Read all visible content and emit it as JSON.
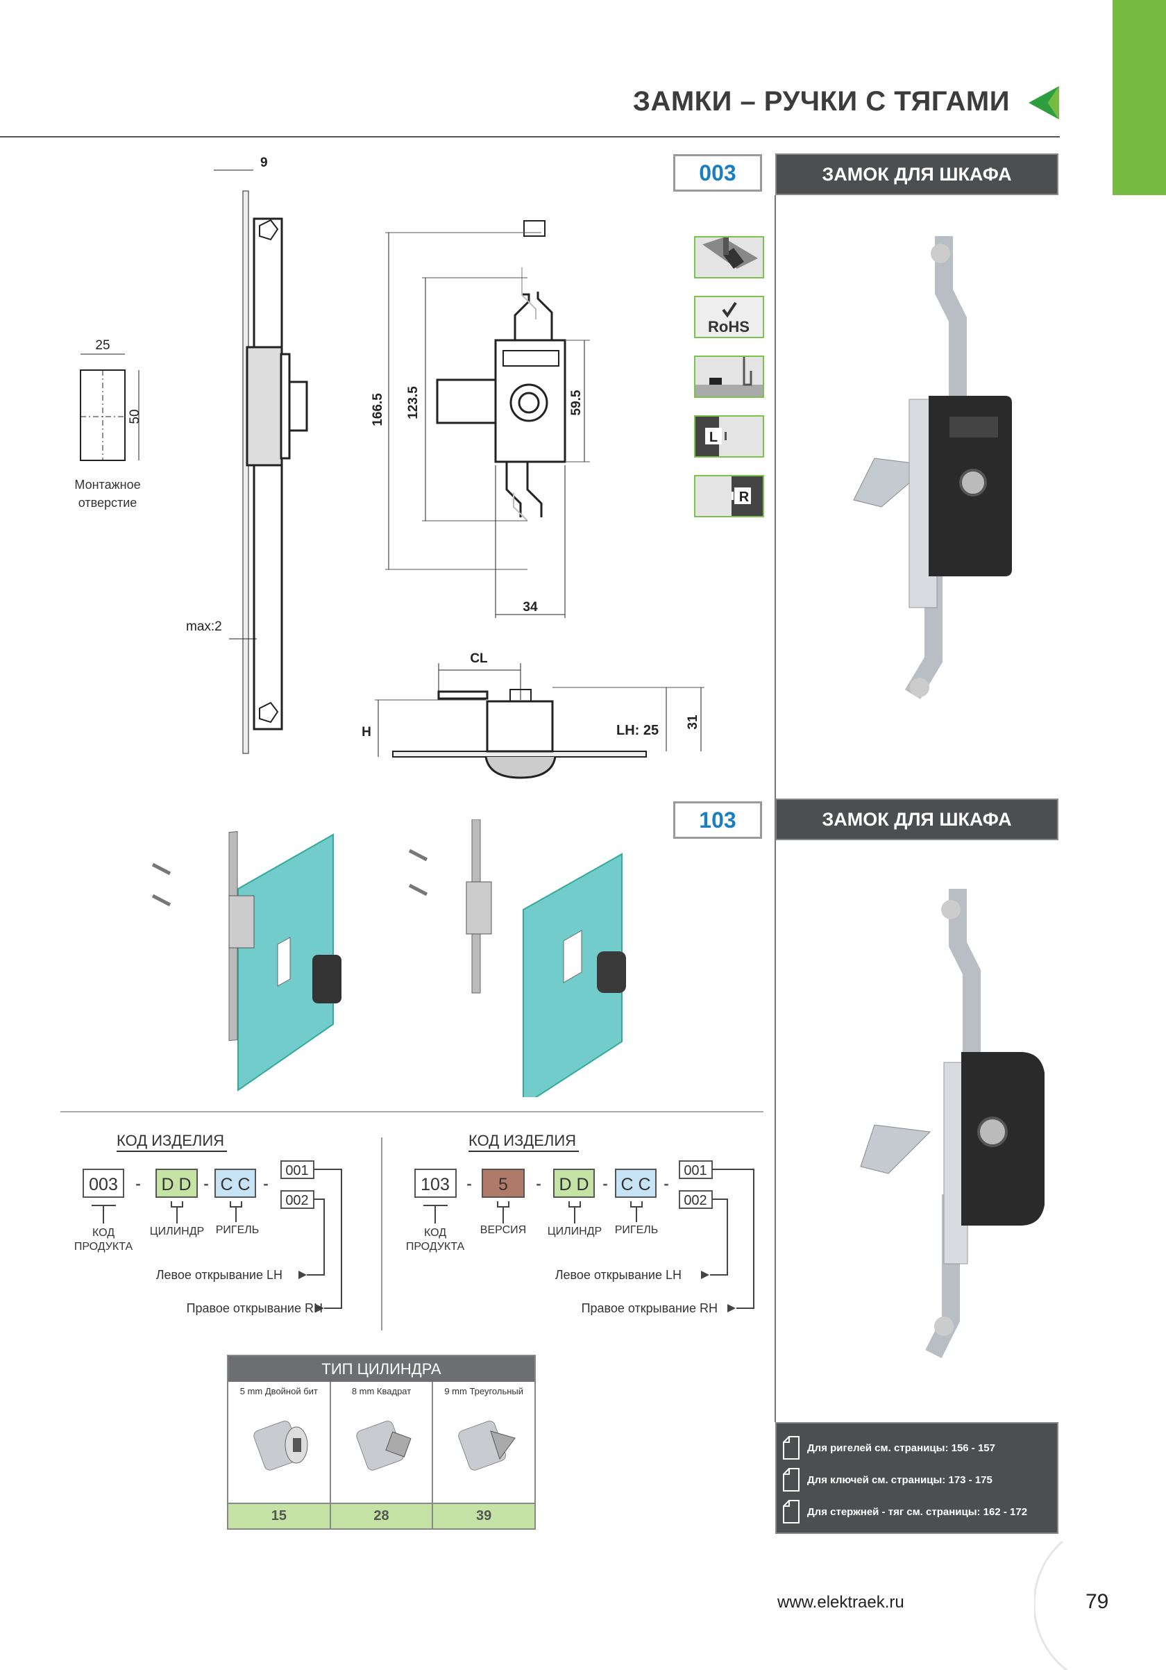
{
  "header": {
    "title": "ЗАМКИ – РУЧКИ С ТЯГАМИ",
    "accent": "#76bc43"
  },
  "products": [
    {
      "code": "003",
      "name": "ЗАМОК ДЛЯ ШКАФА"
    },
    {
      "code": "103",
      "name": "ЗАМОК ДЛЯ ШКАФА"
    }
  ],
  "feature_icons": [
    {
      "name": "profile-mount-icon"
    },
    {
      "name": "rohs-icon",
      "label": "RoHS"
    },
    {
      "name": "panel-mount-icon"
    },
    {
      "name": "left-hand-icon",
      "label": "L"
    },
    {
      "name": "right-hand-icon",
      "label": "R"
    }
  ],
  "drawing": {
    "dim_9": "9",
    "dim_25": "25",
    "dim_50": "50",
    "mount_hole": [
      "Монтажное",
      "отверстие"
    ],
    "dim_max": "max:2",
    "dim_166": "166.5",
    "dim_123": "123.5",
    "dim_59": "59.5",
    "dim_34": "34",
    "dim_cl": "CL",
    "dim_h": "H",
    "dim_lh": "LH: 25",
    "dim_31": "31"
  },
  "code_left": {
    "title": "КОД ИЗДЕЛИЯ",
    "product": "003",
    "cyl": "D D",
    "bolt": "C C",
    "opt1": "001",
    "opt2": "002",
    "lbl_code": [
      "КОД",
      "ПРОДУКТА"
    ],
    "lbl_cyl": "ЦИЛИНДР",
    "lbl_bolt": "РИГЕЛЬ",
    "lh": "Левое открывание LH",
    "rh": "Правое открывание RH",
    "dash": "-"
  },
  "code_right": {
    "title": "КОД ИЗДЕЛИЯ",
    "product": "103",
    "version": "5",
    "cyl": "D D",
    "bolt": "C C",
    "opt1": "001",
    "opt2": "002",
    "lbl_code": [
      "КОД",
      "ПРОДУКТА"
    ],
    "lbl_ver": "ВЕРСИЯ",
    "lbl_cyl": "ЦИЛИНДР",
    "lbl_bolt": "РИГЕЛЬ",
    "lh": "Левое открывание LH",
    "rh": "Правое открывание RH",
    "dash": "-"
  },
  "cylinder": {
    "title": "ТИП ЦИЛИНДРА",
    "types": [
      {
        "label": "5 mm Двойной бит",
        "value": "15"
      },
      {
        "label": "8 mm Квадрат",
        "value": "28"
      },
      {
        "label": "9 mm Треугольный",
        "value": "39"
      }
    ]
  },
  "info": [
    "Для ригелей см. страницы: 156 - 157",
    "Для ключей см. страницы: 173 - 175",
    "Для стержней - тяг см. страницы: 162 - 172"
  ],
  "footer": {
    "url": "www.elektraek.ru",
    "page": "79"
  }
}
